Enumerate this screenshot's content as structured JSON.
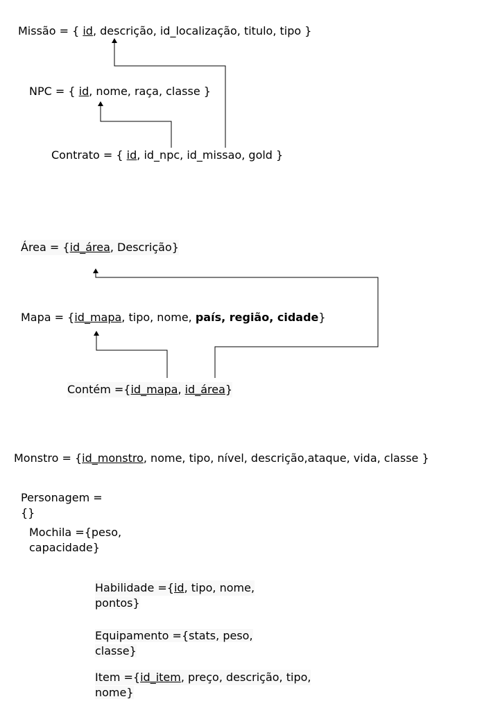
{
  "missao": {
    "name": "Missão",
    "eq": " = { ",
    "pk": "id",
    "rest": ", descrição, id_localização, titulo, tipo }"
  },
  "npc": {
    "name": "NPC",
    "eq": " = { ",
    "pk": "id",
    "rest": ", nome, raça, classe }"
  },
  "contrato": {
    "name": "Contrato",
    "eq": " = { ",
    "pk": "id",
    "sep": ", ",
    "fk1": "id_npc",
    "sep2": ", ",
    "fk2": "id_missao",
    "rest": ", gold }"
  },
  "area": {
    "name": "Área",
    "eq": " = {",
    "pk": "id_área",
    "rest": ", Descrição}"
  },
  "mapa": {
    "name": "Mapa",
    "eq": " = {",
    "pk": "id_mapa",
    "rest": ", tipo, nome, ",
    "bold": "país, região, cidade",
    "close": "}"
  },
  "contem": {
    "name": "Contém",
    "eq": " ={",
    "fk1": "id_mapa",
    "sep": ", ",
    "fk2": "id_área",
    "close": "}"
  },
  "monstro": {
    "name": "Monstro",
    "eq": " = {",
    "pk": "id_monstro",
    "rest": ", nome, tipo, nível, descrição,ataque, vida, classe }"
  },
  "personagem": {
    "line1": "Personagem =",
    "line2": "{}"
  },
  "mochila": {
    "line1": "Mochila ={peso,",
    "line2": "capacidade}"
  },
  "habilidade": {
    "prefix": "Habilidade ={",
    "pk": "id",
    "rest": ", tipo, nome,",
    "line2": "pontos}"
  },
  "equipamento": {
    "line1": "Equipamento ={stats, peso,",
    "line2": "classe}"
  },
  "item": {
    "prefix": "Item ={",
    "pk": "id_item",
    "rest": ", preço, descrição, tipo,",
    "line2": "nome}"
  },
  "colors": {
    "text": "#000000",
    "edge": "#000000",
    "label_bg": "#f8f8f8"
  }
}
